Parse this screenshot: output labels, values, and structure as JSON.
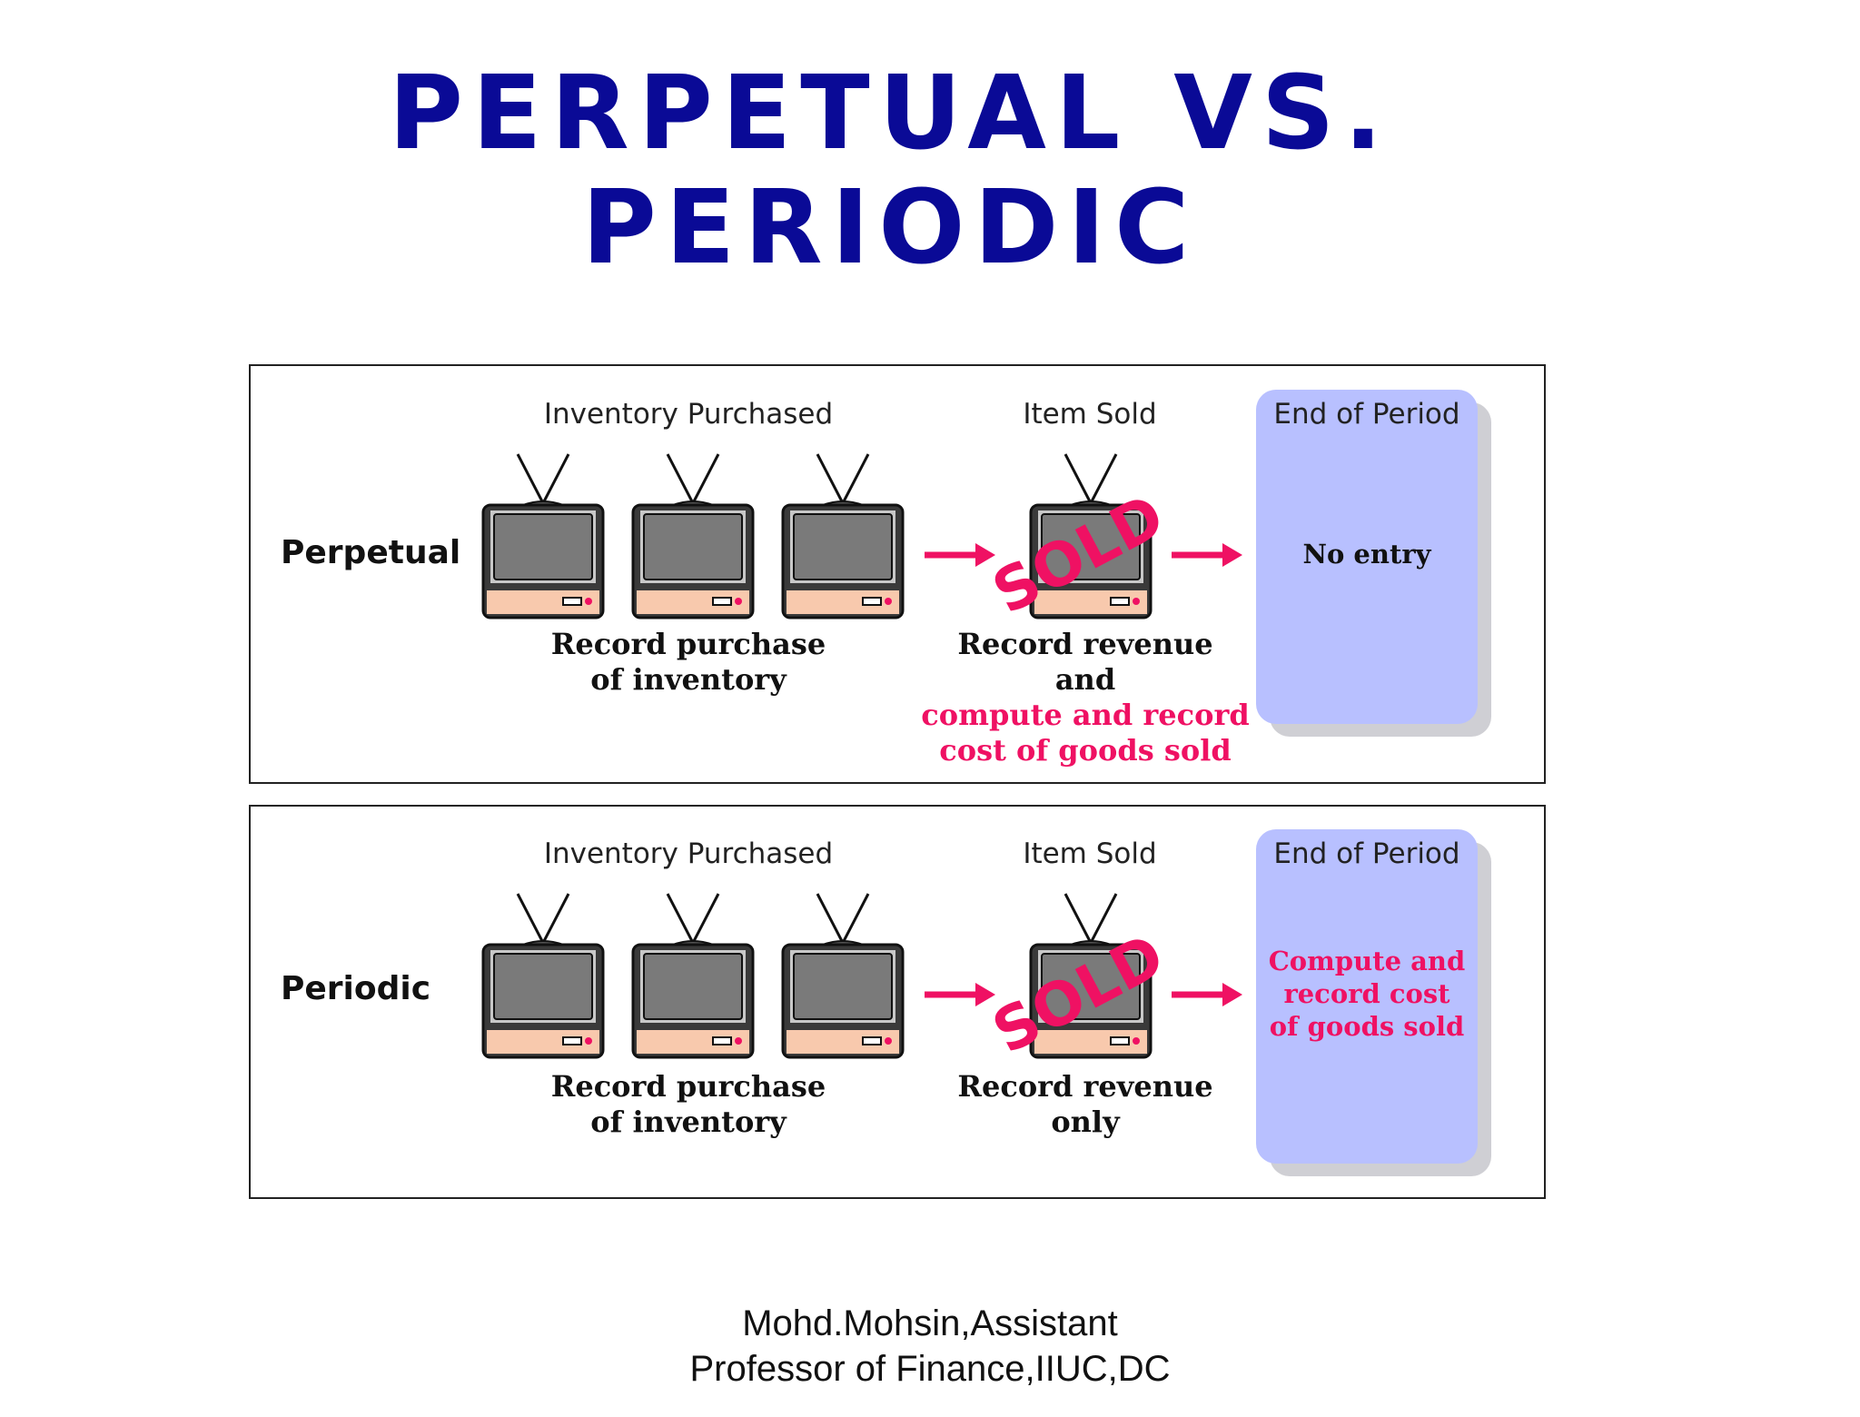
{
  "title": {
    "line1": "PERPETUAL VS.",
    "line2": "PERIODIC"
  },
  "colors": {
    "title": "#0a0a96",
    "accent": "#ef1163",
    "end_box": "#b8c0ff",
    "tv_base": "#f8c9ad"
  },
  "perpetual": {
    "row_label": "Perpetual",
    "inventory_header": "Inventory Purchased",
    "sold_header": "Item Sold",
    "end_header": "End of Period",
    "purchase_caption": {
      "line1": "Record purchase",
      "line2": "of inventory"
    },
    "sold_caption": {
      "line1": "Record revenue",
      "line2": "and",
      "line3": "compute and record",
      "line4": "cost of goods sold"
    },
    "end_text": "No entry",
    "sold_stamp": "SOLD"
  },
  "periodic": {
    "row_label": "Periodic",
    "inventory_header": "Inventory Purchased",
    "sold_header": "Item Sold",
    "end_header": "End of Period",
    "purchase_caption": {
      "line1": "Record purchase",
      "line2": "of inventory"
    },
    "sold_caption": {
      "line1": "Record revenue",
      "line2": "only"
    },
    "end_text": {
      "line1": "Compute and",
      "line2": "record cost",
      "line3": "of goods sold"
    },
    "sold_stamp": "SOLD"
  },
  "footer": {
    "line1": "Mohd.Mohsin,Assistant",
    "line2": "Professor of Finance,IIUC,DC"
  }
}
